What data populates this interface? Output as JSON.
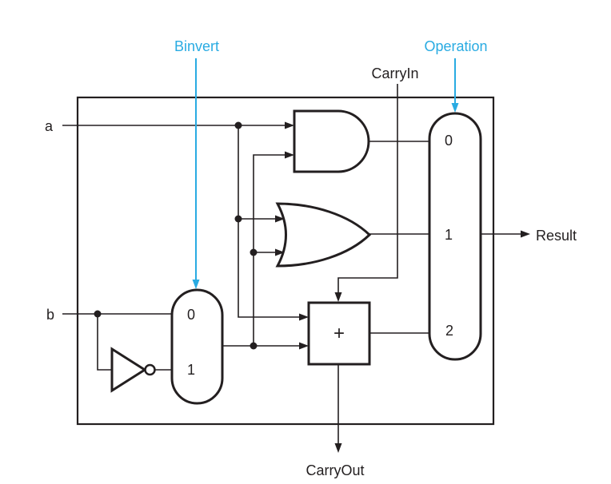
{
  "figure": {
    "inputs": {
      "a": "a",
      "b": "b"
    },
    "controls": {
      "binvert": "Binvert",
      "operation": "Operation",
      "carry_in": "CarryIn"
    },
    "outputs": {
      "result": "Result",
      "carry_out": "CarryOut"
    },
    "adder": {
      "symbol": "+"
    },
    "binvert_mux": {
      "options": [
        "0",
        "1"
      ]
    },
    "operation_mux": {
      "options": [
        "0",
        "1",
        "2"
      ]
    }
  },
  "colors": {
    "accent": "#29abe2",
    "ink": "#231f20",
    "background": "#ffffff"
  }
}
